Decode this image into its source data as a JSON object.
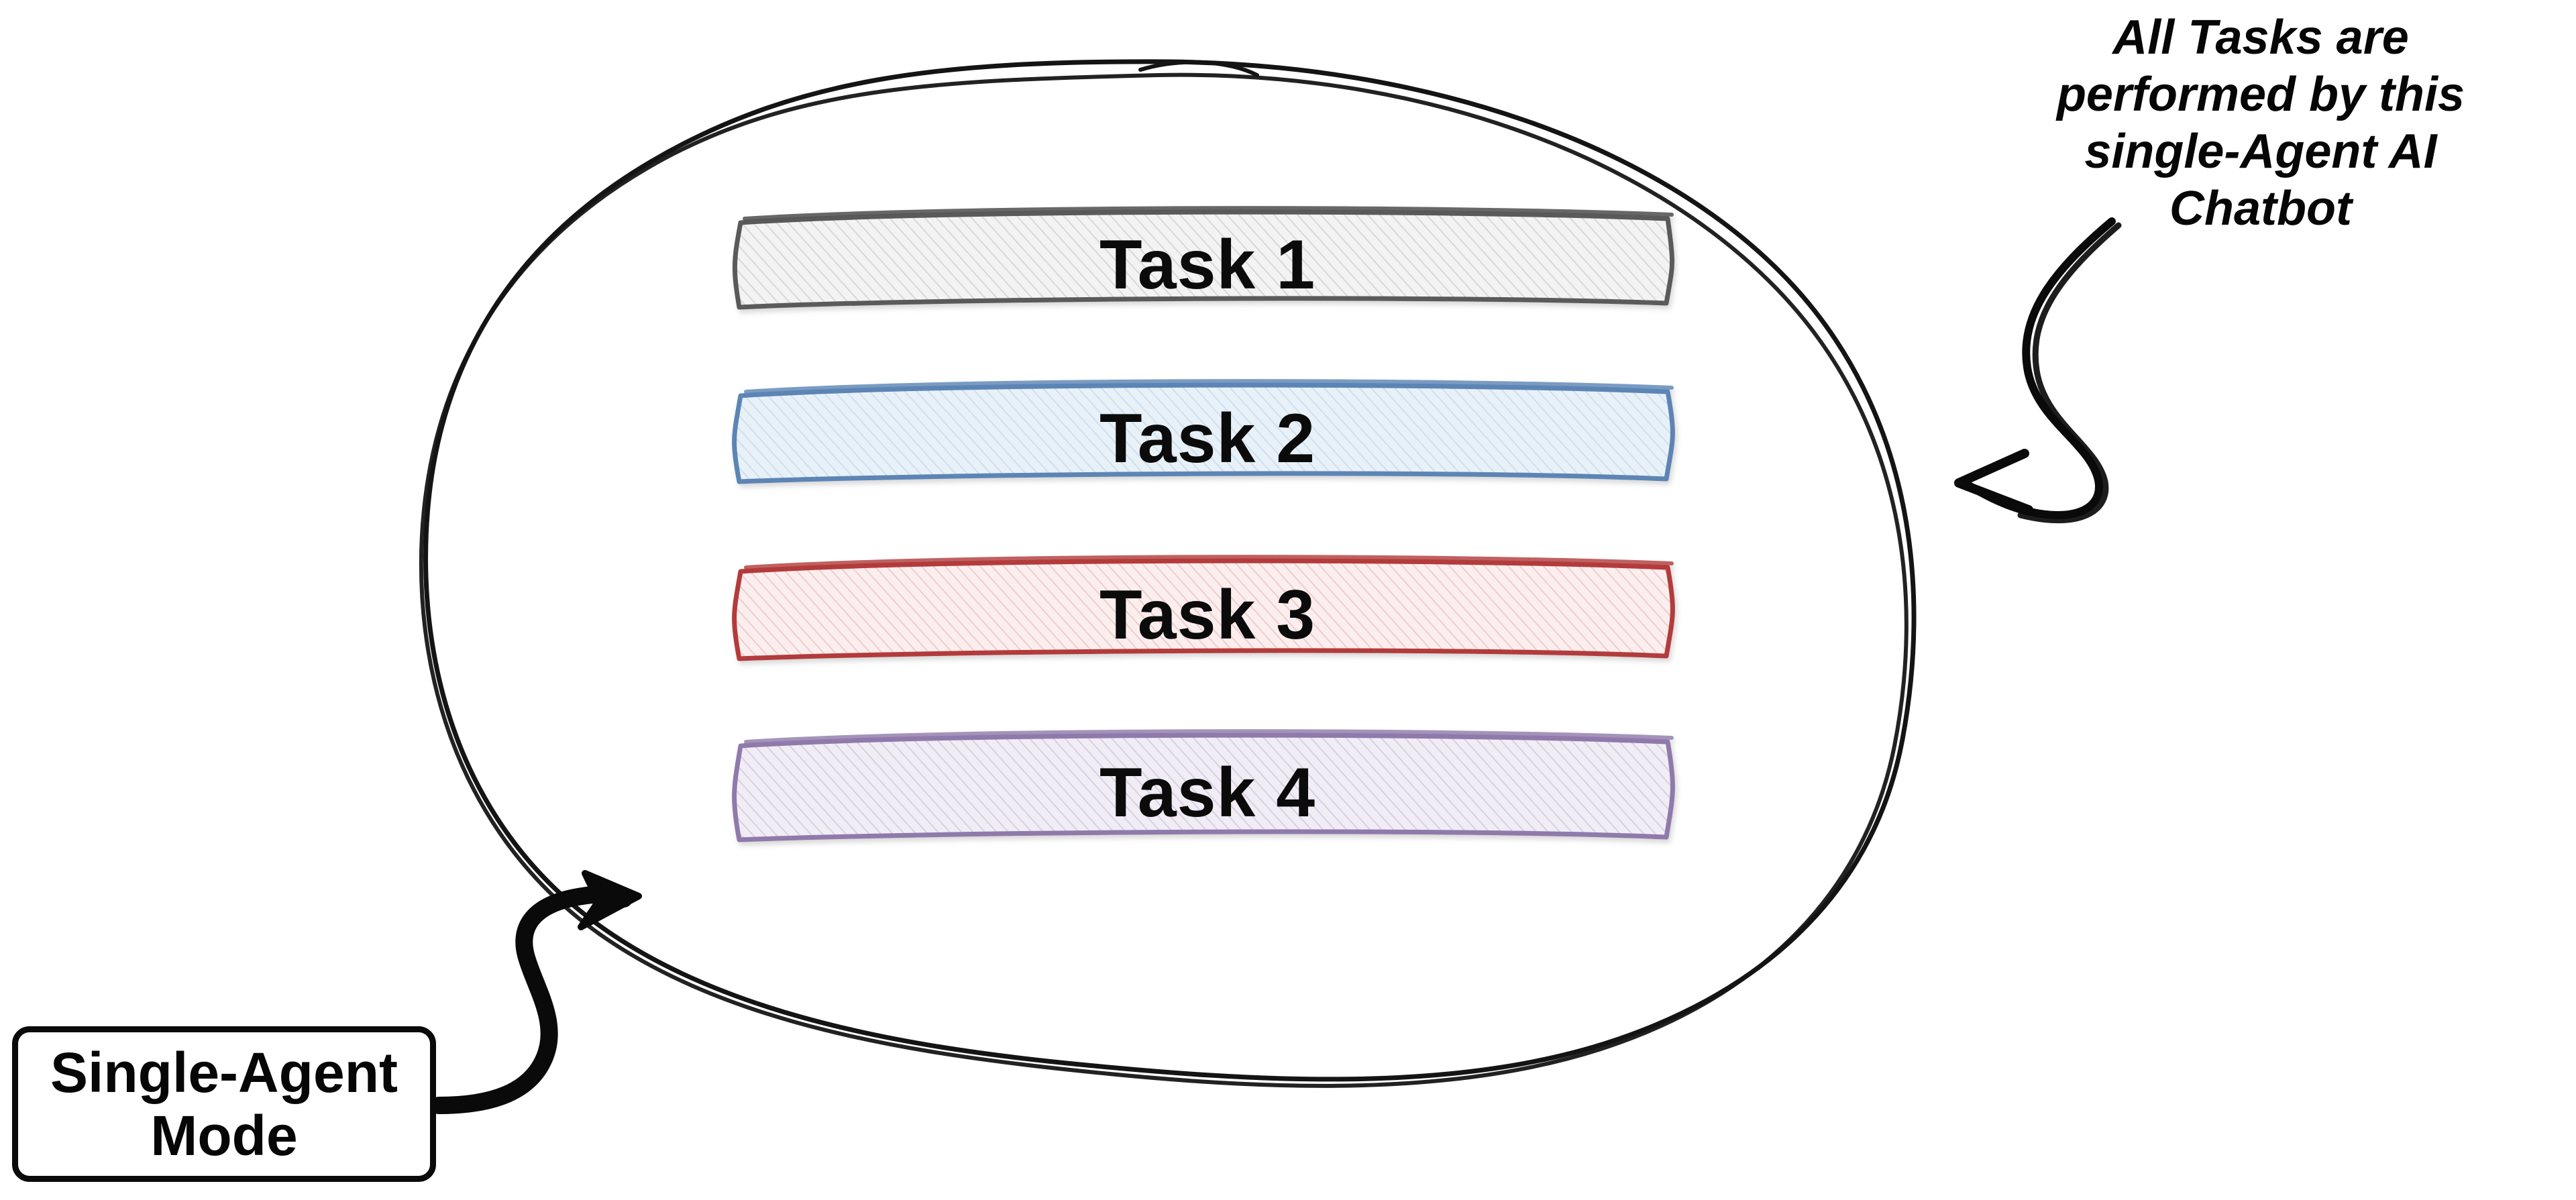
{
  "diagram": {
    "title": "Single-Agent Mode",
    "background_color": "#ffffff"
  },
  "container": {
    "shape_name": "hand-drawn-ellipse",
    "stroke_color": "#111111"
  },
  "tasks": [
    {
      "label": "Task 1",
      "stroke": "#5a5a5a",
      "fill": "#f2f2f2",
      "hatch": "#c9c9c9"
    },
    {
      "label": "Task 2",
      "stroke": "#5b85b5",
      "fill": "#e8f0f7",
      "hatch": "#b9d2e8"
    },
    {
      "label": "Task 3",
      "stroke": "#b33a3a",
      "fill": "#fbecec",
      "hatch": "#edbcbc"
    },
    {
      "label": "Task 4",
      "stroke": "#8f7aab",
      "fill": "#f0ecf4",
      "hatch": "#cbbedb"
    }
  ],
  "annotations": {
    "right_note": {
      "line1": "All Tasks are",
      "line2": "performed by this",
      "line3": "single-Agent AI",
      "line4": "Chatbot",
      "arrow_name": "curved-arrow-right"
    },
    "left_label": {
      "line1": "Single-Agent",
      "line2": "Mode",
      "arrow_name": "curved-arrow-left"
    }
  }
}
